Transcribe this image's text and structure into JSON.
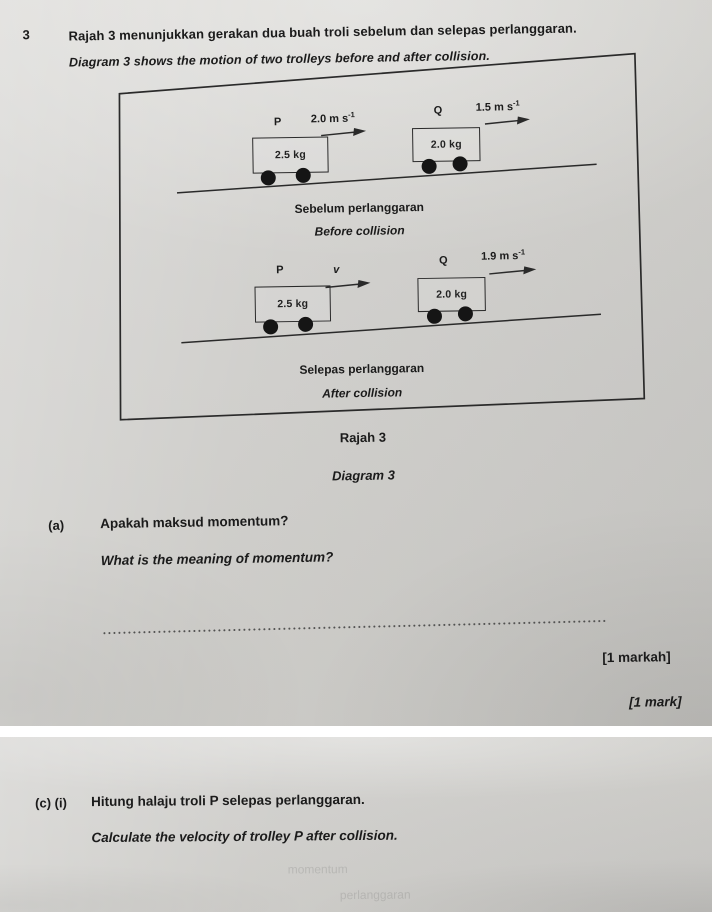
{
  "page": {
    "question_number": "3",
    "stem_bm": "Rajah 3 menunjukkan gerakan dua buah troli sebelum dan selepas perlanggaran.",
    "stem_en": "Diagram 3 shows the motion of two trolleys before and after collision."
  },
  "diagram": {
    "figure_title_bm": "Rajah 3",
    "figure_title_en": "Diagram 3",
    "before": {
      "caption_bm": "Sebelum perlanggaran",
      "caption_en": "Before collision",
      "trolleys": [
        {
          "id": "P",
          "mass": "2.5 kg",
          "velocity_value": "2.0",
          "velocity_unit": "m s",
          "velocity_exponent": "-1",
          "direction": "right"
        },
        {
          "id": "Q",
          "mass": "2.0 kg",
          "velocity_value": "1.5",
          "velocity_unit": "m s",
          "velocity_exponent": "-1",
          "direction": "right"
        }
      ]
    },
    "after": {
      "caption_bm": "Selepas perlanggaran",
      "caption_en": "After collision",
      "trolleys": [
        {
          "id": "P",
          "mass": "2.5 kg",
          "velocity_value": "v",
          "velocity_unit": "",
          "velocity_exponent": "",
          "direction": "right"
        },
        {
          "id": "Q",
          "mass": "2.0 kg",
          "velocity_value": "1.9",
          "velocity_unit": "m s",
          "velocity_exponent": "-1",
          "direction": "right"
        }
      ]
    }
  },
  "questions": [
    {
      "label": "(a)",
      "text_bm": "Apakah maksud momentum?",
      "text_en": "What is the meaning of momentum?",
      "marks_bm": "[1 markah]",
      "marks_en": "[1 mark]"
    },
    {
      "label": "(c) (i)",
      "text_bm": "Hitung halaju troli P selepas perlanggaran.",
      "text_en": "Calculate the velocity of trolley P after collision.",
      "marks_bm": "",
      "marks_en": ""
    }
  ],
  "colors": {
    "paper": "#d2d1cd",
    "ink": "#1b1b1b",
    "rule": "#2a2a2a",
    "wheel": "#151515"
  }
}
